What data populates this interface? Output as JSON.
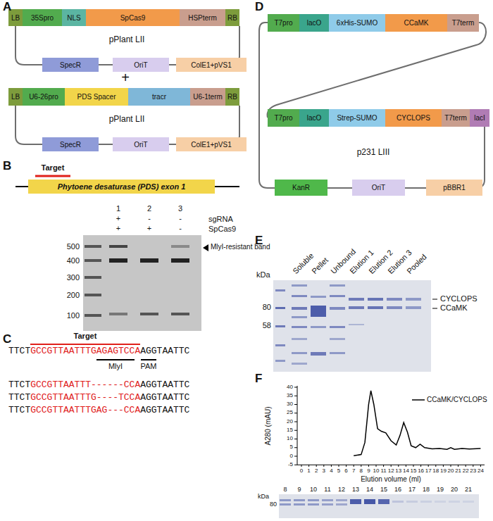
{
  "diagram": {
    "nodes": [
      {
        "text": [
          "LB"
        ]
      },
      {
        "text": [
          "35Spro"
        ]
      },
      {
        "text": [
          "NLS"
        ]
      },
      {
        "text": [
          "SpCas9"
        ]
      },
      {
        "text": [
          "HSPterm"
        ]
      },
      {
        "text": [
          "RB"
        ]
      },
      {
        "text": [
          "SpecR"
        ]
      },
      {
        "text": [
          "OriT"
        ]
      },
      {
        "text": [
          "ColE1+pVS1"
        ]
      },
      {
        "text": [
          "LB"
        ]
      },
      {
        "text": [
          "U6-26pro"
        ]
      },
      {
        "text": [
          "PDS Spacer"
        ]
      },
      {
        "text": [
          "tracr"
        ]
      },
      {
        "text": [
          "U6-1term"
        ]
      },
      {
        "text": [
          "RB"
        ]
      },
      {
        "text": [
          "SpecR"
        ]
      },
      {
        "text": [
          "OriT"
        ]
      },
      {
        "text": [
          "ColE1+pVS1"
        ]
      },
      {
        "text": [
          "Phytoene desaturase (PDS) exon 1"
        ]
      },
      {
        "text": [
          "T7pro"
        ]
      },
      {
        "text": [
          "lacO"
        ]
      },
      {
        "text": [
          "6xHis-SUMO"
        ]
      },
      {
        "text": [
          "CCaMK"
        ]
      },
      {
        "text": [
          "T7term"
        ]
      },
      {
        "text": [
          "T7pro"
        ]
      },
      {
        "text": [
          "lacO"
        ]
      },
      {
        "text": [
          "Strep-SUMO"
        ]
      },
      {
        "text": [
          "CYCLOPS"
        ]
      },
      {
        "text": [
          "T7term"
        ]
      },
      {
        "text": [
          "lacI"
        ]
      },
      {
        "text": [
          "KanR"
        ]
      },
      {
        "text": [
          "OriT"
        ]
      },
      {
        "text": [
          "pBBR1"
        ]
      }
    ],
    "labels": [
      "A",
      "pPlant LII",
      "+",
      "pPlant LII",
      "B",
      "Target",
      "sgRNA",
      "SpCas9",
      "1",
      "2",
      "3",
      "+",
      "-",
      "-",
      "+",
      "+",
      "-",
      "500",
      "400",
      "300",
      "200",
      "100",
      "MlyI-resistant band",
      "C",
      "Target",
      "TTCT",
      "GCCGTTAATTTGAGAGTCCA",
      "AGGTAATTC",
      "MlyI",
      "PAM",
      "TTCT",
      "GCCGTTAATTT------CCA",
      "AGGTAATTC",
      "TTCT",
      "GCCGTTAATTTG----TCCA",
      "AGGTAATTC",
      "TTCT",
      "GCCGTTAATTTGAG---CCA",
      "AGGTAATTC",
      "D",
      "p231 LIII",
      "E",
      "Soluble",
      "Pellet",
      "Unbound",
      "Elution 1",
      "Elution 2",
      "Elution 3",
      "Pooled",
      "kDa",
      "80",
      "58",
      "CYCLOPS",
      "CCaMK",
      "F",
      "A280 (mAU)",
      "40",
      "35",
      "30",
      "25",
      "20",
      "15",
      "10",
      "5",
      "0",
      "-5",
      "0",
      "1",
      "2",
      "3",
      "4",
      "5",
      "6",
      "7",
      "8",
      "9",
      "10",
      "11",
      "12",
      "13",
      "14",
      "15",
      "16",
      "17",
      "18",
      "19",
      "20",
      "21",
      "22",
      "23",
      "24",
      "Elution volume (ml)",
      "8",
      "9",
      "10",
      "11",
      "12",
      "13",
      "14",
      "15",
      "16",
      "17",
      "18",
      "19",
      "20",
      "21",
      "kDa",
      "80"
    ],
    "legend": [
      {
        "text": "CCaMK/CYCLOPS"
      }
    ]
  }
}
